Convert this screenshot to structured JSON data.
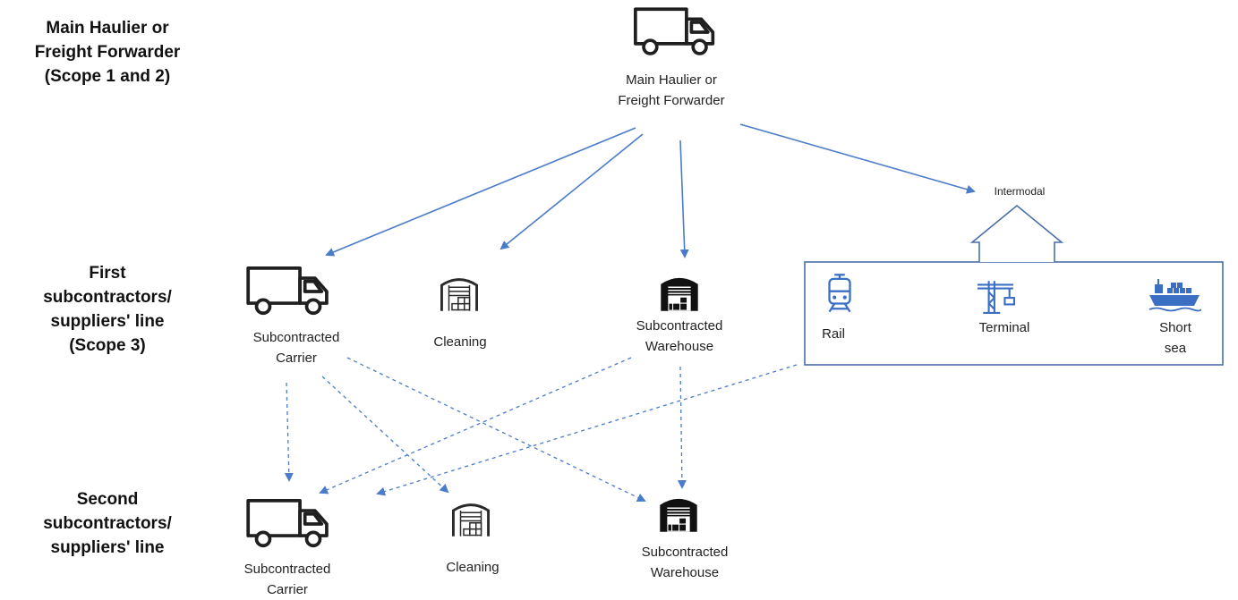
{
  "tiers": [
    {
      "lines": [
        "Main Haulier or",
        "Freight Forwarder",
        "(Scope 1 and 2)"
      ]
    },
    {
      "lines": [
        "First",
        "subcontractors/",
        "suppliers' line",
        "(Scope 3)"
      ]
    },
    {
      "lines": [
        "Second",
        "subcontractors/",
        "suppliers' line"
      ]
    }
  ],
  "nodes": {
    "main": {
      "lines": [
        "Main Haulier or",
        "Freight Forwarder"
      ],
      "icon": "truck-icon"
    },
    "l1_carrier": {
      "lines": [
        "Subcontracted",
        "Carrier"
      ],
      "icon": "truck-icon"
    },
    "l1_cleaning": {
      "lines": [
        "Cleaning"
      ],
      "icon": "warehouse-outline-icon"
    },
    "l1_warehouse": {
      "lines": [
        "Subcontracted",
        "Warehouse"
      ],
      "icon": "warehouse-filled-icon"
    },
    "intermodal": {
      "lines": [
        "Intermodal"
      ],
      "icon": "up-arrow-outline"
    },
    "rail": {
      "lines": [
        "Rail"
      ],
      "icon": "train-icon"
    },
    "terminal": {
      "lines": [
        "Terminal"
      ],
      "icon": "crane-icon"
    },
    "shortsea": {
      "lines": [
        "Short",
        "sea"
      ],
      "icon": "ship-icon"
    },
    "l2_carrier": {
      "lines": [
        "Subcontracted",
        "Carrier"
      ],
      "icon": "truck-icon"
    },
    "l2_cleaning": {
      "lines": [
        "Cleaning"
      ],
      "icon": "warehouse-outline-icon"
    },
    "l2_warehouse": {
      "lines": [
        "Subcontracted",
        "Warehouse"
      ],
      "icon": "warehouse-filled-icon"
    }
  },
  "edges": [
    {
      "from": "main",
      "to": "l1_carrier",
      "style": "solid"
    },
    {
      "from": "main",
      "to": "l1_cleaning",
      "style": "solid"
    },
    {
      "from": "main",
      "to": "l1_warehouse",
      "style": "solid"
    },
    {
      "from": "main",
      "to": "intermodal",
      "style": "solid"
    },
    {
      "from": "l1_carrier",
      "to": "l2_carrier",
      "style": "dashed"
    },
    {
      "from": "l1_carrier",
      "to": "l2_cleaning",
      "style": "dashed"
    },
    {
      "from": "l1_carrier",
      "to": "l2_warehouse",
      "style": "dashed"
    },
    {
      "from": "l1_warehouse",
      "to": "l2_carrier",
      "style": "dashed"
    },
    {
      "from": "l1_warehouse",
      "to": "l2_warehouse",
      "style": "dashed"
    },
    {
      "from": "intermodal",
      "to": "l2_carrier",
      "style": "dashed"
    }
  ],
  "colors": {
    "arrow": "#4a7cc9",
    "icon": "#1f1f1f",
    "accent": "#3a6fc4",
    "box": "#4a6fa8"
  }
}
